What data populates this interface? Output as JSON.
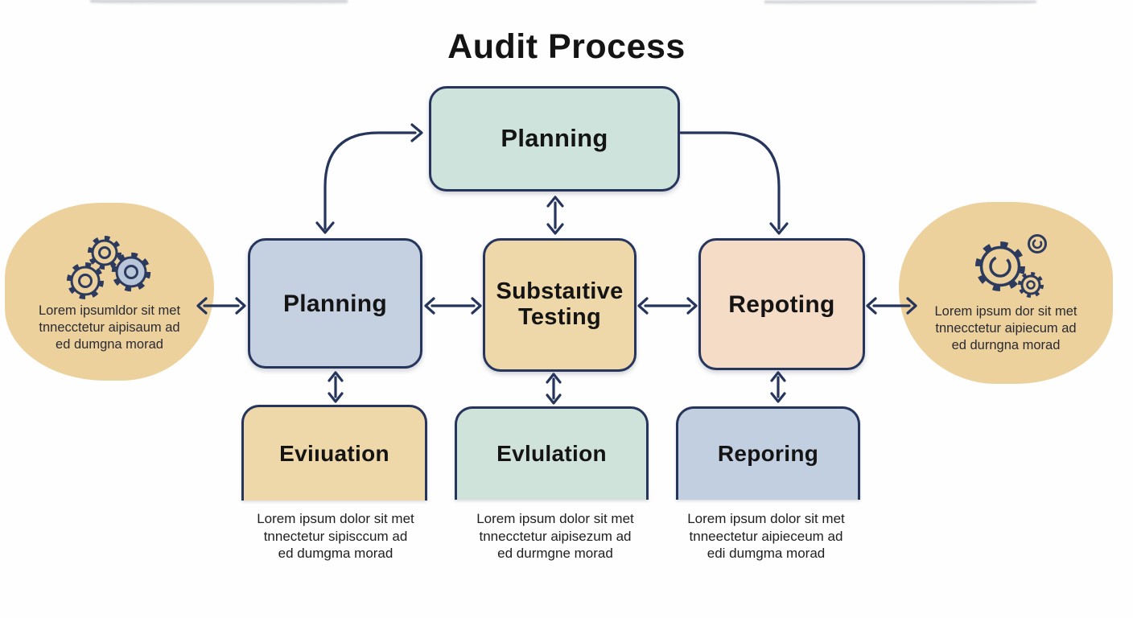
{
  "title": "Audit Process",
  "colors": {
    "outline": "#26355c",
    "top_box_fill": "#cee3db",
    "planning_fill": "#c5d0e1",
    "substantive_fill": "#eed7a8",
    "repoting_fill": "#f5dcc7",
    "evaluation_left_fill": "#eed7a8",
    "evaluation_center_fill": "#d0e3db",
    "reporing_fill": "#c2cfe0",
    "blob_fill": "#ecd19d",
    "gear_fill": "#b9c5d8"
  },
  "boxes": {
    "top": {
      "label": "Planning"
    },
    "middle": [
      {
        "label": "Planning"
      },
      {
        "label": "Substaıtive Testing"
      },
      {
        "label": "Repoting"
      }
    ],
    "bottom": [
      {
        "label": "Eviıuation"
      },
      {
        "label": "Evlulation"
      },
      {
        "label": "Reporing"
      }
    ]
  },
  "side_notes": {
    "left": {
      "icon": "gears-icon",
      "lines": [
        "Lorem ipsumldor sit met",
        "tnnecctetur aipisaum ad",
        "ed dumgna morad"
      ]
    },
    "right": {
      "icon": "gears-icon",
      "lines": [
        "Lorem ipsum dor sit met",
        "tnnecctetur aipiecum ad",
        "ed durngna morad"
      ]
    }
  },
  "captions": {
    "left": [
      "Lorem ipsum dolor sit met",
      "tnnectetur sipisccum ad",
      "ed dumgma morad"
    ],
    "center": [
      "Lorem ipsum dolor sit met",
      "tnnecctetur aipisezum ad",
      "ed durmgne morad"
    ],
    "right": [
      "Lorem ipsum dolor sit met",
      "tnneectetur aipieceum ad",
      "edi dumgma morad"
    ]
  }
}
